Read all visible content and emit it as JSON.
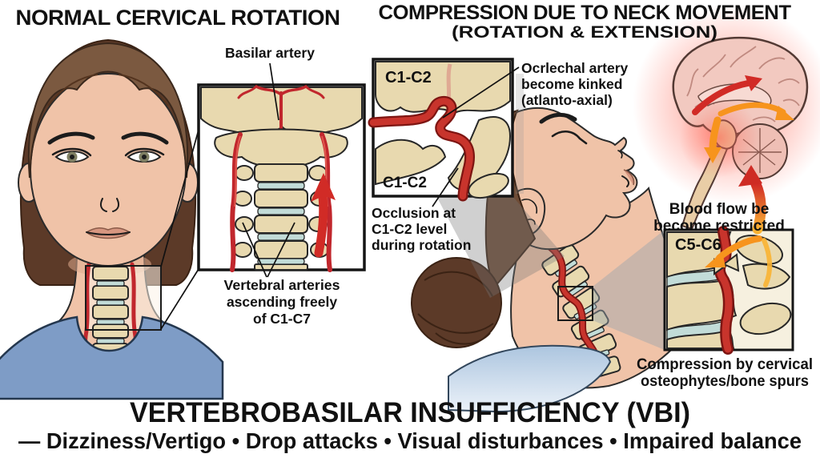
{
  "left_panel": {
    "title": "NORMAL CERVICAL ROTATION",
    "basilar_artery_label": "Basilar artery",
    "vertebral_label": [
      "Vertebral arteries",
      "ascending freely",
      "of C1-C7"
    ]
  },
  "compression_panel": {
    "title": "COMPRESSION DUE TO NECK MOVEMENT",
    "subtitle": "(ROTATION & EXTENSION)",
    "inset_c1c2": {
      "top_label": "C1-C2",
      "bottom_label": "C1-C2"
    },
    "kinked_label": [
      "Ocrlechal artery",
      "become kinked",
      "(atlanto-axial)"
    ],
    "occlusion_label": [
      "Occlusion at",
      "C1-C2 level",
      "during rotation"
    ]
  },
  "right_panel": {
    "blood_flow_label": [
      "Blood flow be",
      "become restricted"
    ],
    "inset_c5c6": {
      "label": "C5-C6"
    },
    "compression_label": [
      "Compression by cervical",
      "osteophytes/bone spurs"
    ]
  },
  "footer": {
    "title": "VERTEBROBASILAR INSUFFICIENCY (VBI)",
    "symptoms": "— Dizziness/Vertigo • Drop attacks • Visual disturbances • Impaired balance"
  },
  "colors": {
    "artery": "#C1272D",
    "artery_dark": "#7E1512",
    "arrow_red": "#D12B26",
    "arrow_orange": "#F7941D",
    "bone": "#E8D9AF",
    "disc": "#C2DCD8",
    "skin": "#F0C3A8",
    "skin_shade": "#DFA98C",
    "hair": "#6E4C36",
    "hair_dark": "#54341F",
    "bun": "#5C3A28",
    "shirt_left": "#7E9CC6",
    "shirt_mid": "#ACC5DF",
    "brain": "#F2C9C0",
    "glow": "#FF5F4E",
    "ink": "#111111"
  }
}
